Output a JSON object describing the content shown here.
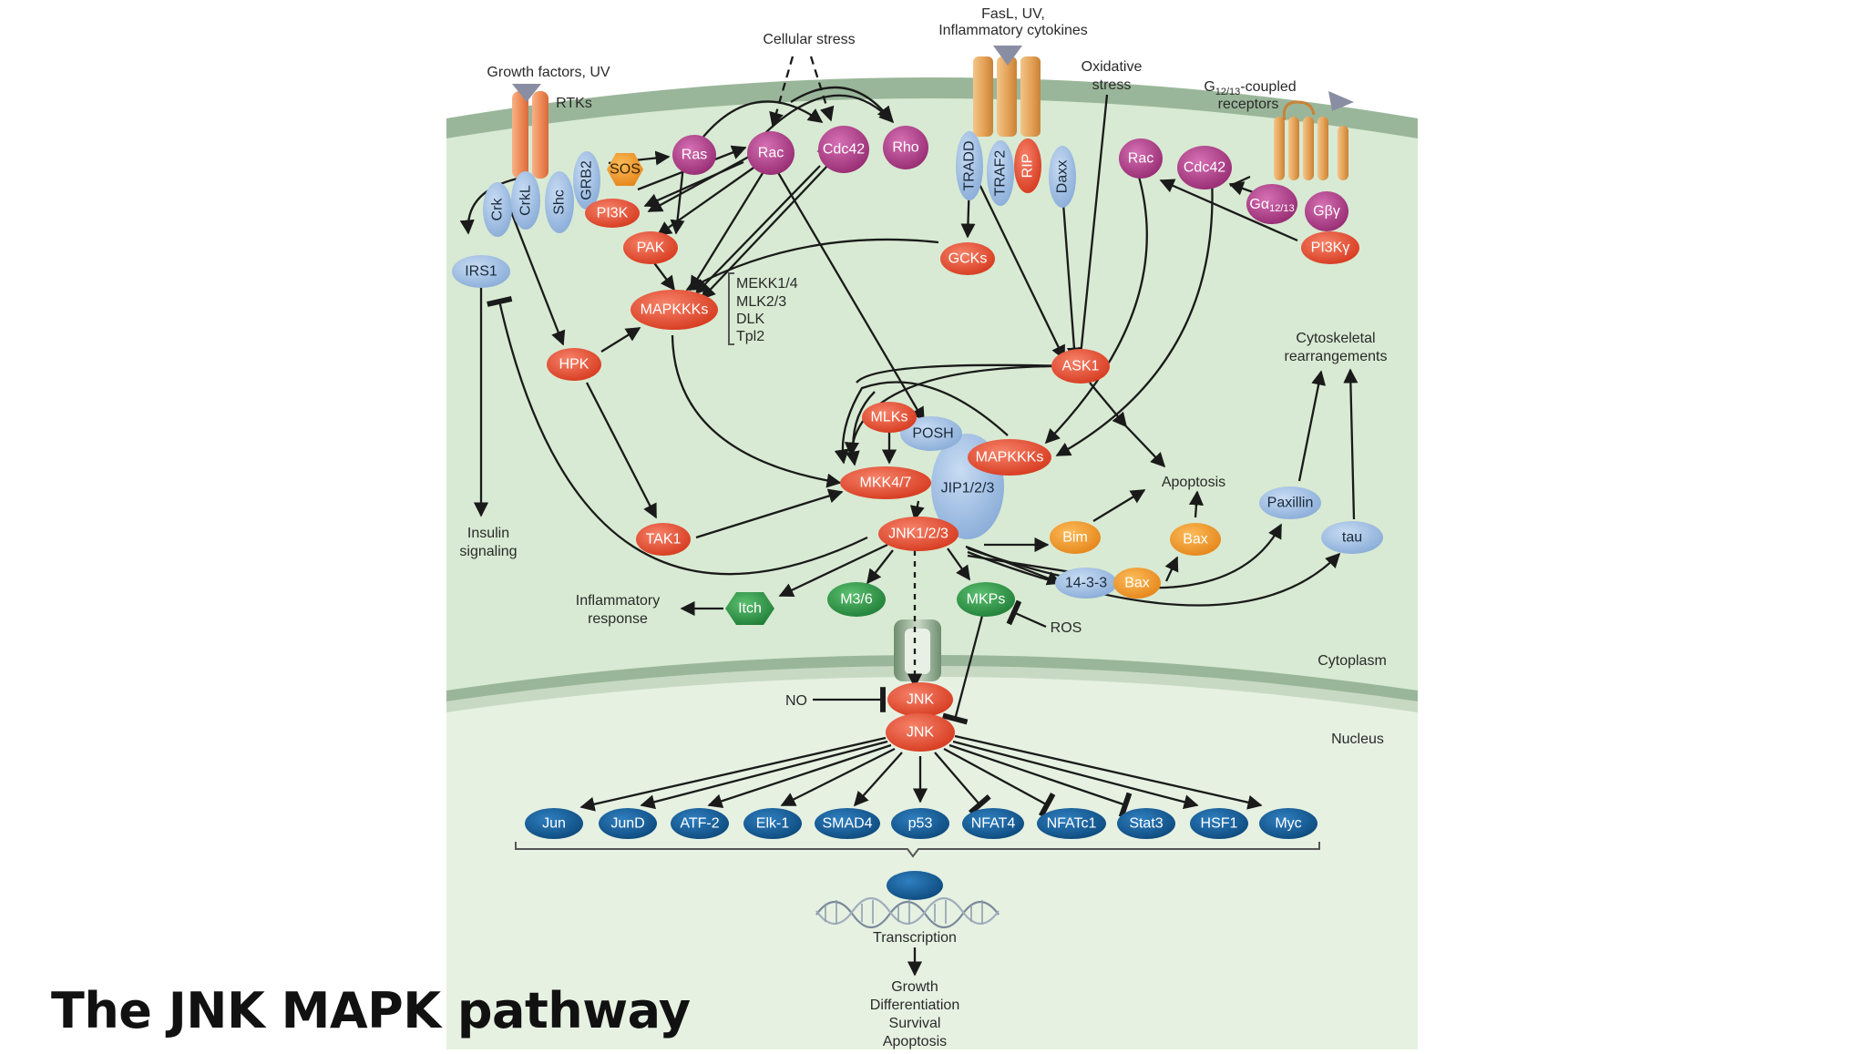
{
  "slide": {
    "title": "The JNK MAPK pathway"
  },
  "colors": {
    "red": "#e84a2c",
    "magenta": "#a8327f",
    "blue": "#9dbde3",
    "dark_blue": "#155c95",
    "green": "#2f9a4a",
    "orange": "#f0952a",
    "cell": "#d8ead3",
    "membrane": "#9ab69a",
    "background": "#ffffff"
  },
  "diagram": {
    "stimuli": {
      "growth_factors": "Growth factors, UV",
      "cellular_stress": "Cellular stress",
      "fasl_line1": "FasL, UV,",
      "fasl_line2": "Inflammatory cytokines",
      "oxidative_line1": "Oxidative",
      "oxidative_line2": "stress",
      "g1213_prefix": "G",
      "g1213_sub": "12/13",
      "g1213_suffix": "-coupled",
      "g1213_line2": "receptors"
    },
    "labels": {
      "rtks": "RTKs",
      "mekk_list": [
        "MEKK1/4",
        "MLK2/3",
        "DLK",
        "Tpl2"
      ],
      "insulin_line1": "Insulin",
      "insulin_line2": "signaling",
      "inflammatory_line1": "Inflammatory",
      "inflammatory_line2": "response",
      "apoptosis": "Apoptosis",
      "cytoskeletal_line1": "Cytoskeletal",
      "cytoskeletal_line2": "rearrangements",
      "ros": "ROS",
      "no": "NO",
      "cytoplasm": "Cytoplasm",
      "nucleus": "Nucleus",
      "transcription": "Transcription",
      "outcomes": [
        "Growth",
        "Differentiation",
        "Survival",
        "Apoptosis"
      ]
    },
    "nodes": {
      "crk": "Crk",
      "crkl": "CrkL",
      "shc": "Shc",
      "grb2": "GRB2",
      "sos": "SOS",
      "pi3k": "PI3K",
      "ras": "Ras",
      "rac1": "Rac",
      "cdc42_1": "Cdc42",
      "rho": "Rho",
      "tradd": "TRADD",
      "traf2": "TRAF2",
      "rip": "RIP",
      "daxx": "Daxx",
      "rac2": "Rac",
      "cdc42_2": "Cdc42",
      "ga_main": "Gα",
      "ga_sub": "12/13",
      "gbg": "Gβγ",
      "pi3kg": "PI3Kγ",
      "irs1": "IRS1",
      "pak": "PAK",
      "gcks": "GCKs",
      "mapkkks1": "MAPKKKs",
      "hpk": "HPK",
      "ask1": "ASK1",
      "mlks": "MLKs",
      "posh": "POSH",
      "mapkkks2": "MAPKKKs",
      "mkk47": "MKK4/7",
      "jip": "JIP1/2/3",
      "jnk123": "JNK1/2/3",
      "tak1": "TAK1",
      "bim": "Bim",
      "bax1": "Bax",
      "bax2": "Bax",
      "p1433": "14-3-3",
      "paxillin": "Paxillin",
      "tau": "tau",
      "itch": "Itch",
      "m36": "M3/6",
      "mkps": "MKPs",
      "jnk_a": "JNK",
      "jnk_b": "JNK"
    },
    "transcription_factors": [
      "Jun",
      "JunD",
      "ATF-2",
      "Elk-1",
      "SMAD4",
      "p53",
      "NFAT4",
      "NFATc1",
      "Stat3",
      "HSF1",
      "Myc"
    ]
  }
}
